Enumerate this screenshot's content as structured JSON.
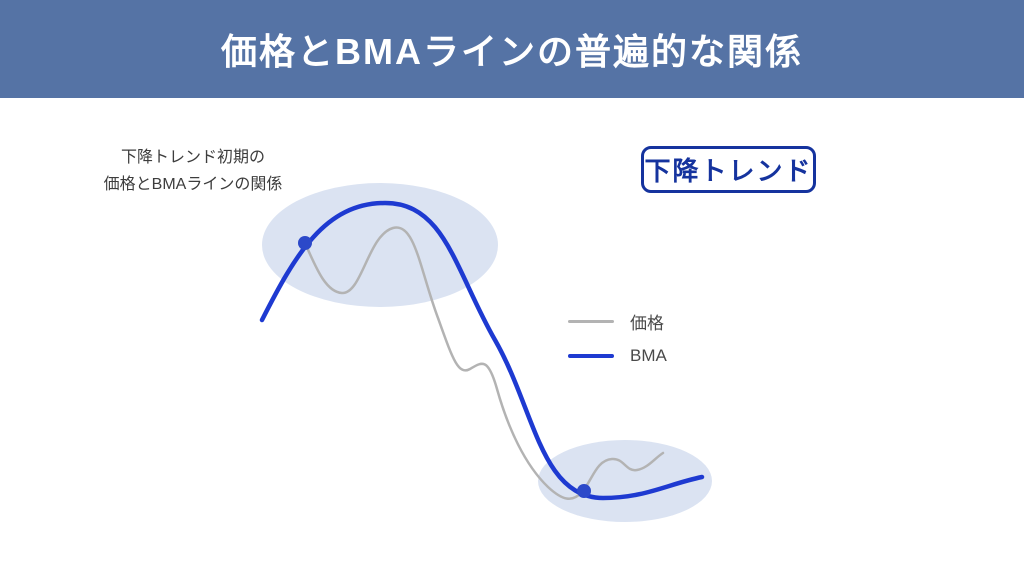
{
  "header": {
    "title": "価格とBMAラインの普遍的な関係"
  },
  "annotation": {
    "line1": "下降トレンド初期の",
    "line2": "価格とBMAラインの関係"
  },
  "badge": {
    "label": "下降トレンド"
  },
  "legend": {
    "price_label": "価格",
    "bma_label": "BMA"
  },
  "colors": {
    "header_bg": "#5573a5",
    "bma_blue": "#1e3ad1",
    "badge_navy": "#15339e",
    "price_gray": "#b3b3b3",
    "highlight_blue": "#dbe3f2",
    "dot_blue": "#2c49c9"
  }
}
